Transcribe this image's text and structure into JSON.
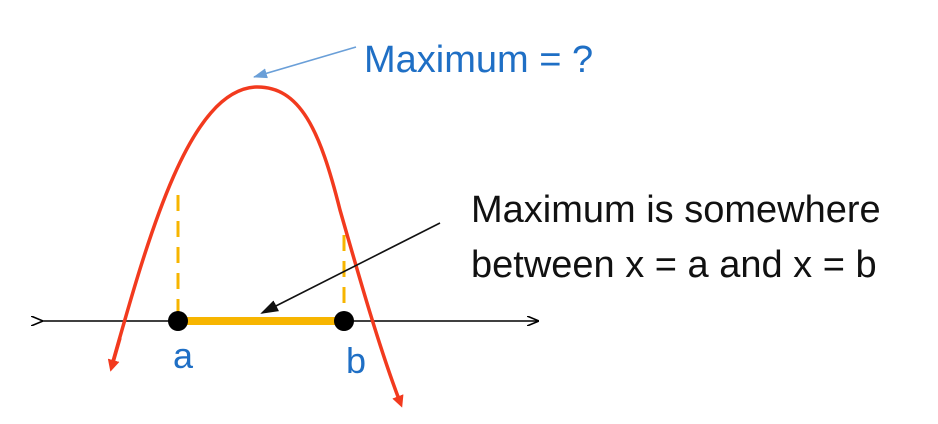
{
  "labels": {
    "maximum_question": "Maximum = ?",
    "maximum_between_line1": "Maximum is somewhere",
    "maximum_between_line2": "between x = a and x = b",
    "point_a": "a",
    "point_b": "b"
  },
  "colors": {
    "curve": "#f23a1e",
    "interval": "#f7b500",
    "axis": "#000000",
    "blue_text": "#1f6fc5",
    "black_text": "#111111",
    "callout_blue": "#6a9fd8"
  }
}
